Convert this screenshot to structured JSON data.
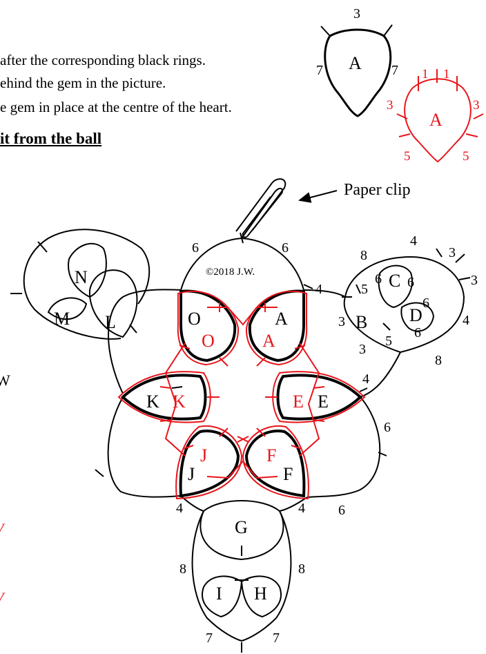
{
  "instructions": [
    "after the corresponding black rings.",
    "ehind the gem in the picture.",
    "e gem in place at the centre of the heart."
  ],
  "heading": "it from the ball",
  "left_edge_marks": [
    "W",
    "V",
    "V"
  ],
  "legend": {
    "black_ring": {
      "letter": "A",
      "top": "3",
      "left": "7",
      "right": "7"
    },
    "red_ring": {
      "letter": "A",
      "top_left": "1",
      "top_right": "1",
      "left": "3",
      "right": "3",
      "bottom_left": "5",
      "bottom_right": "5"
    }
  },
  "paper_clip_label": "Paper clip",
  "copyright": "©2018 J.W.",
  "ring_labels_black": [
    "A",
    "B",
    "C",
    "D",
    "E",
    "F",
    "G",
    "H",
    "I",
    "J",
    "K",
    "L",
    "M",
    "N",
    "O"
  ],
  "ring_labels_red": [
    "A",
    "E",
    "F",
    "J",
    "K",
    "O"
  ],
  "stitch_counts": {
    "top_left": "6",
    "top_right": "6",
    "chain_b_top": "8",
    "c_top": "4",
    "c_right1": "3",
    "c_right2": "3",
    "d_right": "4",
    "chain_b_bottom": "8",
    "chain_to_b": "4",
    "c_left": "6",
    "c_inner": "6",
    "cd_5a": "5",
    "d_upper": "6",
    "d_lower": "6",
    "b_left": "3",
    "b_lower3": "3",
    "b_5": "5",
    "chain_e_top": "4",
    "chain_e_right": "6",
    "chain_f_bottom": "6",
    "g_left": "4",
    "g_right": "4",
    "h_right": "8",
    "i_left": "8",
    "bottom_left": "7",
    "bottom_right": "7"
  },
  "colors": {
    "black": "#000000",
    "red": "#e8141a"
  }
}
